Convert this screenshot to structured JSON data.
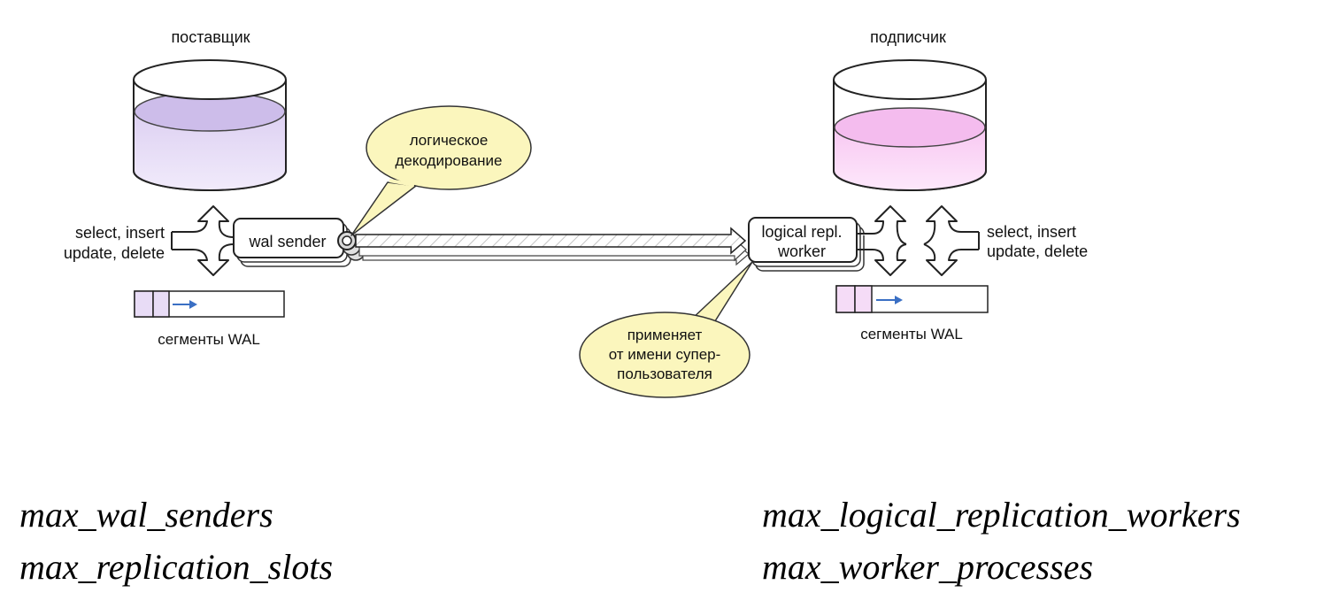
{
  "publisher": {
    "title": "поставщик",
    "ops_line1": "select, insert",
    "ops_line2": "update, delete",
    "process": "wal sender",
    "wal_label": "сегменты WAL",
    "db_fill_color": "#e6dcf5",
    "wal_segment_color": "#e8dcf6"
  },
  "subscriber": {
    "title": "подписчик",
    "ops_line1": "select, insert",
    "ops_line2": "update, delete",
    "process_line1": "logical repl.",
    "process_line2": "worker",
    "wal_label": "сегменты WAL",
    "db_fill_color": "#fbd8f6",
    "wal_segment_color": "#f5dcf7"
  },
  "callouts": {
    "decoding_line1": "логическое",
    "decoding_line2": "декодирование",
    "apply_line1": "применяет",
    "apply_line2": "от имени супер-",
    "apply_line3": "пользователя",
    "bubble_color": "#fbf6bd"
  },
  "parameters": {
    "left": [
      "max_wal_senders",
      "max_replication_slots"
    ],
    "right": [
      "max_logical_replication_workers",
      "max_worker_processes"
    ]
  }
}
